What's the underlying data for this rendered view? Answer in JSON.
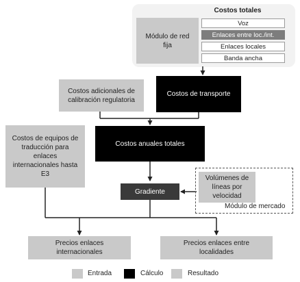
{
  "panel": {
    "title": "Costos totales",
    "module_label": "Módulo de red fija",
    "items": [
      "Voz",
      "Enlaces entre loc./int.",
      "Enlaces locales",
      "Banda ancha"
    ],
    "selected_index": 1
  },
  "nodes": {
    "calibracion": "Costos adicionales de calibración regulatoria",
    "transporte": "Costos de transporte",
    "equipos": "Costos de equipos de traducción para enlaces internacionales hasta E3",
    "anuales": "Costos anuales totales",
    "gradiente": "Gradiente",
    "volumenes": "Volúmenes de líneas por velocidad",
    "mercado_label": "Módulo de mercado",
    "precios_int": "Precios enlaces internacionales",
    "precios_loc": "Precios enlaces entre localidades"
  },
  "legend": [
    {
      "label": "Entrada",
      "color": "#c9c9c9"
    },
    {
      "label": "Cálculo",
      "color": "#000000"
    },
    {
      "label": "Resultado",
      "color": "#c9c9c9"
    }
  ]
}
